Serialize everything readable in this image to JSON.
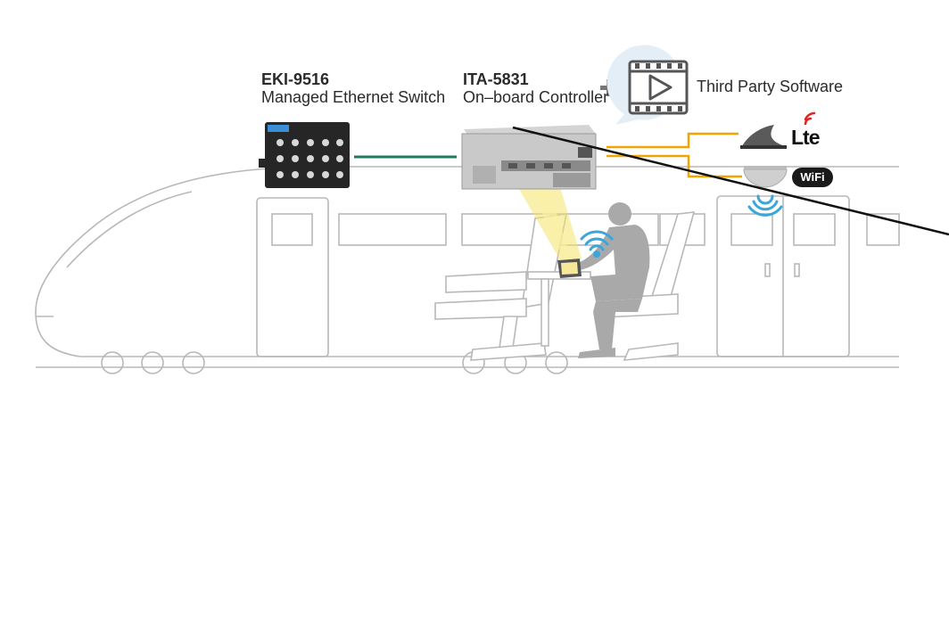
{
  "switch": {
    "model": "EKI-9516",
    "description": "Managed Ethernet Switch"
  },
  "controller": {
    "model": "ITA-5831",
    "description": "On–board Controller"
  },
  "software": {
    "label": "Third Party Software"
  },
  "wireless": {
    "lte": "Lte",
    "wifi": "WiFi"
  },
  "colors": {
    "ethernet_link": "#1f7a5a",
    "antenna_link": "#f0a500",
    "train_outline": "#b5b5b5",
    "wifi_signal": "#3aa6dc",
    "passenger": "#a9a9a9"
  }
}
